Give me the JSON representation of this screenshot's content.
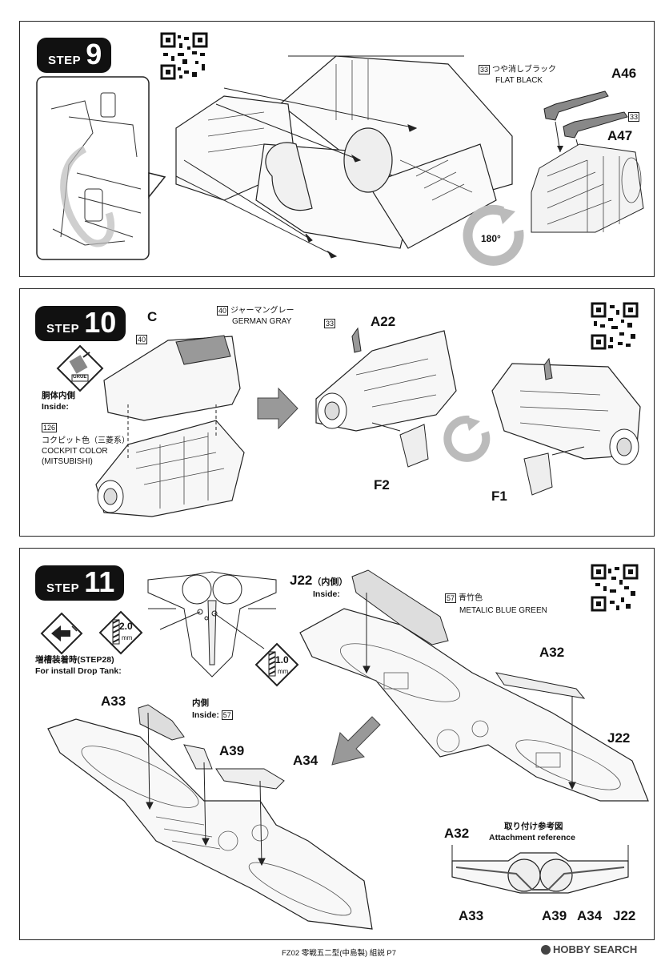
{
  "steps": [
    {
      "word": "STEP",
      "number": "9"
    },
    {
      "word": "STEP",
      "number": "10"
    },
    {
      "word": "STEP",
      "number": "11"
    }
  ],
  "step9": {
    "paint_code": "33",
    "paint_jp": "つや消しブラック",
    "paint_en": "FLAT BLACK",
    "part_a46": "A46",
    "part_a47": "A47",
    "paint_code2": "33",
    "rotate": "180°"
  },
  "step10": {
    "part_c": "C",
    "paint40_code": "40",
    "paint40_jp": "ジャーマングレー",
    "paint40_en": "GERMAN GRAY",
    "paint40_code_b": "40",
    "inside_jp": "胴体内側",
    "inside_en": "Inside:",
    "paint126_code": "126",
    "paint126_jp": "コクピット色（三菱系）",
    "paint126_en1": "COCKPIT COLOR",
    "paint126_en2": "(MITSUBISHI)",
    "glue": "GRUE",
    "paint33_code": "33",
    "part_a22": "A22",
    "part_f2": "F2",
    "part_f1": "F1"
  },
  "step11": {
    "part_j22_top": "J22",
    "j22_inside_jp": "（内側）",
    "j22_inside_en": "Inside:",
    "drill1": "2.0",
    "drill1_unit": "mm",
    "drill2": "1.0",
    "drill2_unit": "mm",
    "droptank_jp": "増槽装着時(STEP28)",
    "droptank_en": "For install Drop Tank:",
    "paint57_code": "57",
    "paint57_jp": "青竹色",
    "paint57_en": "METALIC BLUE GREEN",
    "part_a32": "A32",
    "part_j22": "J22",
    "part_a33": "A33",
    "inside2_jp": "内側",
    "inside2_en": "Inside:",
    "paint57_code_b": "57",
    "part_a39": "A39",
    "part_a34": "A34",
    "ref_jp": "取り付け参考図",
    "ref_en": "Attachment reference",
    "ref_a32": "A32",
    "ref_a33": "A33",
    "ref_a39": "A39",
    "ref_a34": "A34",
    "ref_j22": "J22"
  },
  "footer": {
    "caption": "FZ02 零戦五二型(中島製) 組説 P7",
    "watermark": "HOBBY SEARCH"
  }
}
